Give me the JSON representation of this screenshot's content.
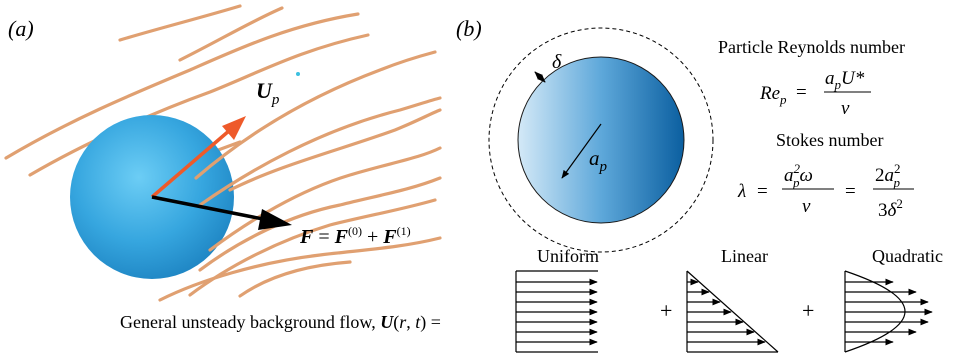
{
  "panel_a": {
    "label": "(a)",
    "velocity_label": "U_p",
    "force_label": "F = F(0) + F(1)",
    "sphere_color": "#3aa7e0",
    "streamline_color": "#e0a071",
    "velocity_arrow_color": "#ee5a2a",
    "force_arrow_color": "#000000"
  },
  "panel_b": {
    "label": "(b)",
    "delta_label": "δ",
    "radius_label": "a_p",
    "reynolds_title": "Particle Reynolds number",
    "reynolds_formula": "Re_p = a_p U* / ν",
    "stokes_title": "Stokes number",
    "stokes_formula": "λ = a_p^2 ω / ν = 2a_p^2 / 3δ^2",
    "flow_label": "General unsteady background flow, U(r, t) =",
    "profiles": [
      {
        "name": "Uniform"
      },
      {
        "name": "Linear"
      },
      {
        "name": "Quadratic"
      }
    ],
    "plus_sign": "+",
    "particle_gradient": [
      "#d4e9f7",
      "#0b5fa0"
    ]
  }
}
